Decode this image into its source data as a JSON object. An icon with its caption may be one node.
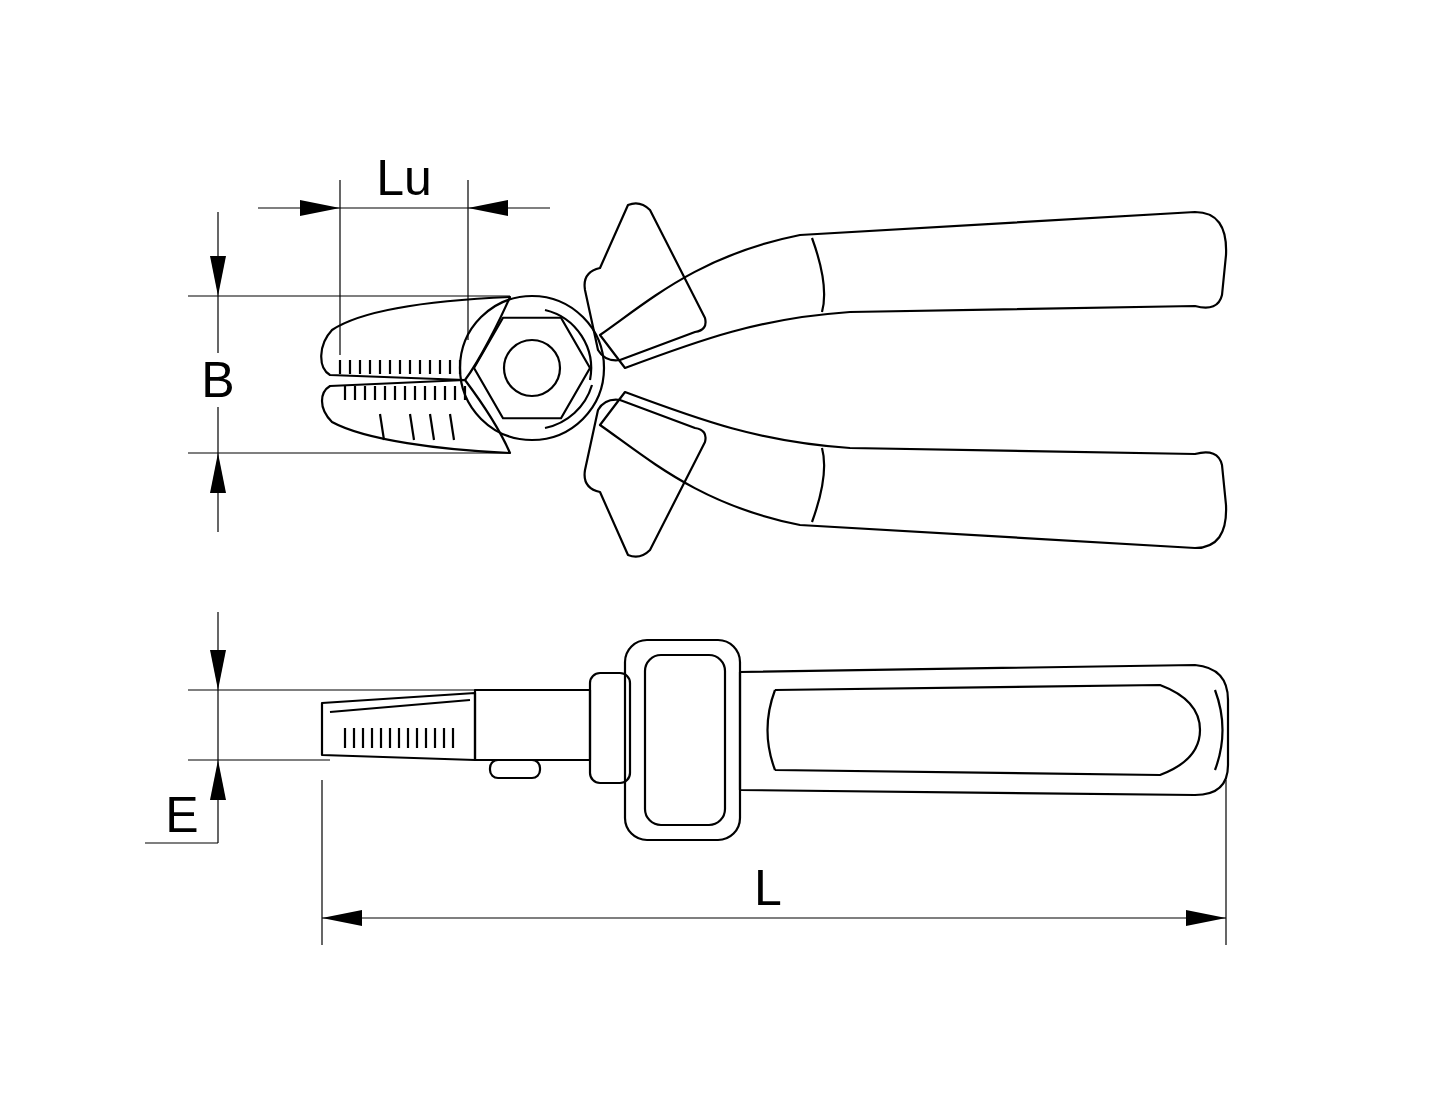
{
  "diagram": {
    "labels": [
      "Lu",
      "B",
      "E",
      "L"
    ]
  }
}
